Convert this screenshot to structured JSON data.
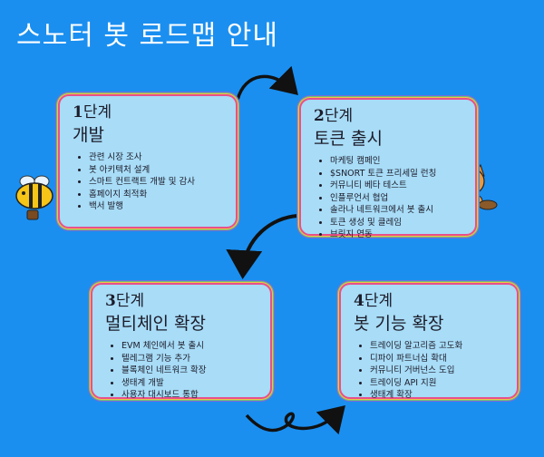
{
  "title": "스노터 봇 로드맵 안내",
  "stages": [
    {
      "number": "1",
      "label": "단계",
      "title": "개발",
      "items": [
        "관련 시장 조사",
        "봇 아키텍처 설계",
        "스마트 컨트랙트 개발 및 감사",
        "홈페이지 최적화",
        "백서 발행"
      ]
    },
    {
      "number": "2",
      "label": "단계",
      "title": "토큰 출시",
      "items": [
        "마케팅 캠페인",
        "$SNORT 토큰 프리세일 런칭",
        "커뮤니티 베타 테스트",
        "인플루언서 협업",
        "솔라나 네트워크에서 봇 출시",
        "토큰 생성 및 클레임",
        "브릿지 연동"
      ]
    },
    {
      "number": "3",
      "label": "단계",
      "title": "멀티체인 확장",
      "items": [
        "EVM 체인에서 봇 출시",
        "텔레그램 기능 추가",
        "블록체인 네트워크 확장",
        "생태계 개발",
        "사용자 대시보드 통합"
      ]
    },
    {
      "number": "4",
      "label": "단계",
      "title": "봇 기능 확장",
      "items": [
        "트레이딩 알고리즘 고도화",
        "디파이 파트너십 확대",
        "커뮤니티 거버넌스 도입",
        "트레이딩 API 지원",
        "생태계 확장"
      ]
    }
  ],
  "icons": {
    "bee": "bee-mascot-icon",
    "cat": "cat-mascot-icon",
    "arrows": "curved-arrow-icon"
  },
  "colors": {
    "background": "#1a8ff0",
    "card": "#a8dcf7",
    "border": "#e8508a"
  }
}
